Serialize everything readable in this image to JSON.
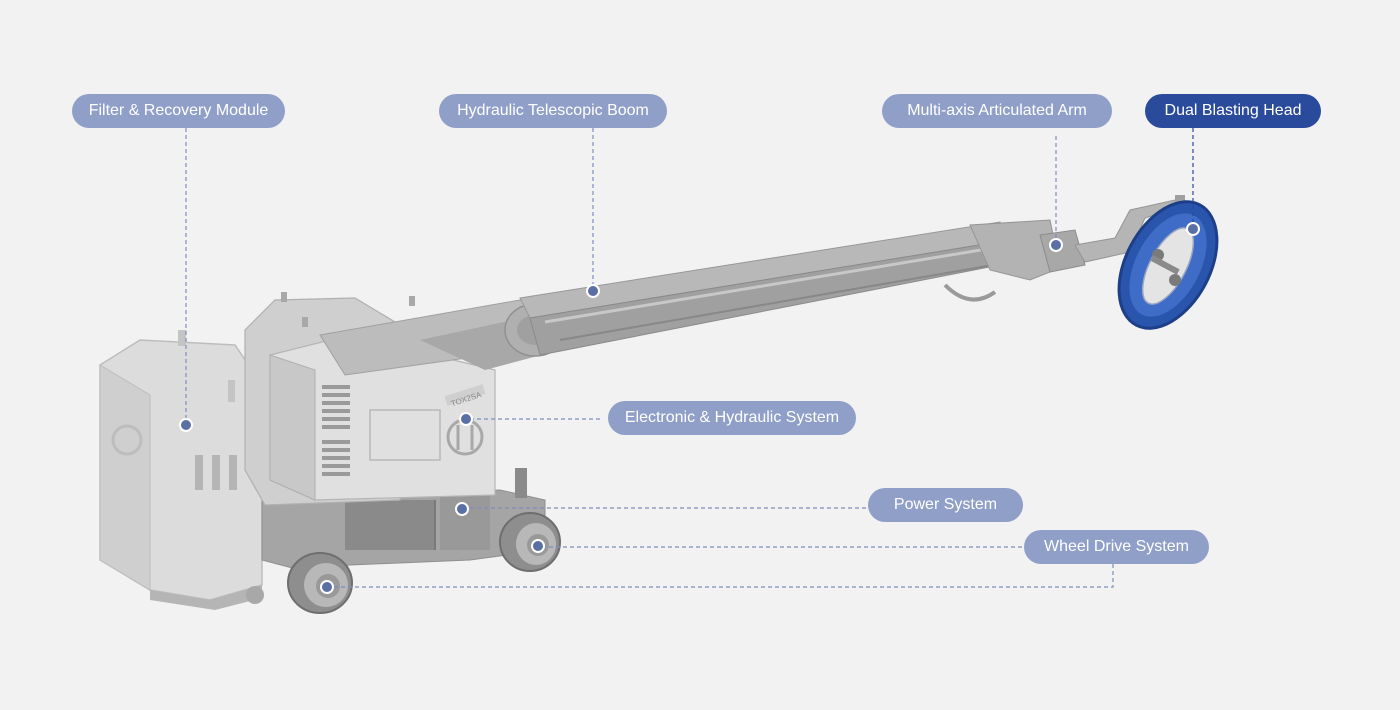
{
  "colors": {
    "background": "#f2f2f2",
    "label_default": "#8f9fc8",
    "label_active": "#2a4a9c",
    "connector": "#7d8fc0",
    "dot": "#5a6fa3",
    "machine_body": "#d8d8d8",
    "machine_shade": "#b5b5b5",
    "blast_head": "#2f5bb4"
  },
  "components": [
    {
      "id": "filter",
      "label": "Filter & Recovery Module",
      "active": false
    },
    {
      "id": "boom",
      "label": "Hydraulic Telescopic Boom",
      "active": false
    },
    {
      "id": "arm",
      "label": "Multi-axis Articulated Arm",
      "active": false
    },
    {
      "id": "head",
      "label": "Dual Blasting Head",
      "active": true
    },
    {
      "id": "electronic",
      "label": "Electronic & Hydraulic System",
      "active": false
    },
    {
      "id": "power",
      "label": "Power System",
      "active": false
    },
    {
      "id": "wheel",
      "label": "Wheel Drive System",
      "active": false
    }
  ],
  "machine": {
    "brand_text": "TOX2SA"
  }
}
